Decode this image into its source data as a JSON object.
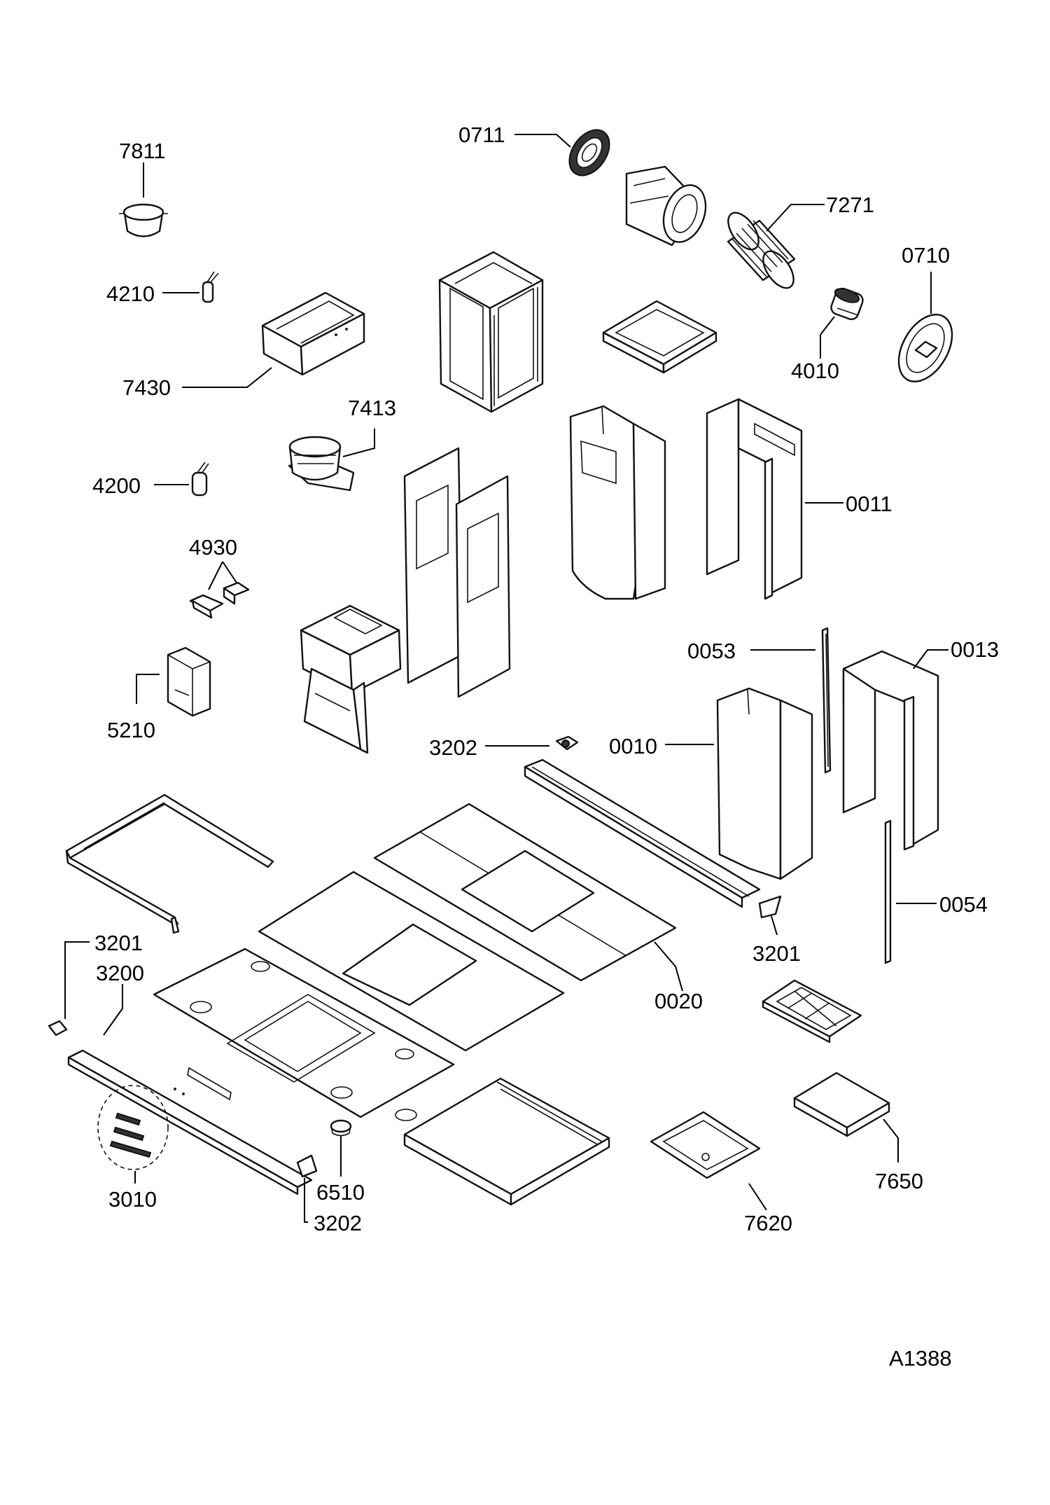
{
  "diagram": {
    "code": "A1388",
    "parts": [
      {
        "id": "7811",
        "label": "7811"
      },
      {
        "id": "0711",
        "label": "0711"
      },
      {
        "id": "7271",
        "label": "7271"
      },
      {
        "id": "0710",
        "label": "0710"
      },
      {
        "id": "4210",
        "label": "4210"
      },
      {
        "id": "7430",
        "label": "7430"
      },
      {
        "id": "4010",
        "label": "4010"
      },
      {
        "id": "7413",
        "label": "7413"
      },
      {
        "id": "4200",
        "label": "4200"
      },
      {
        "id": "0011",
        "label": "0011"
      },
      {
        "id": "4930",
        "label": "4930"
      },
      {
        "id": "0053",
        "label": "0053"
      },
      {
        "id": "0013",
        "label": "0013"
      },
      {
        "id": "5210",
        "label": "5210"
      },
      {
        "id": "3202a",
        "label": "3202"
      },
      {
        "id": "0010",
        "label": "0010"
      },
      {
        "id": "0054",
        "label": "0054"
      },
      {
        "id": "3201a",
        "label": "3201"
      },
      {
        "id": "3201b",
        "label": "3201"
      },
      {
        "id": "3200",
        "label": "3200"
      },
      {
        "id": "0020",
        "label": "0020"
      },
      {
        "id": "7650",
        "label": "7650"
      },
      {
        "id": "6510",
        "label": "6510"
      },
      {
        "id": "3010",
        "label": "3010"
      },
      {
        "id": "3202b",
        "label": "3202"
      },
      {
        "id": "7620",
        "label": "7620"
      }
    ]
  }
}
